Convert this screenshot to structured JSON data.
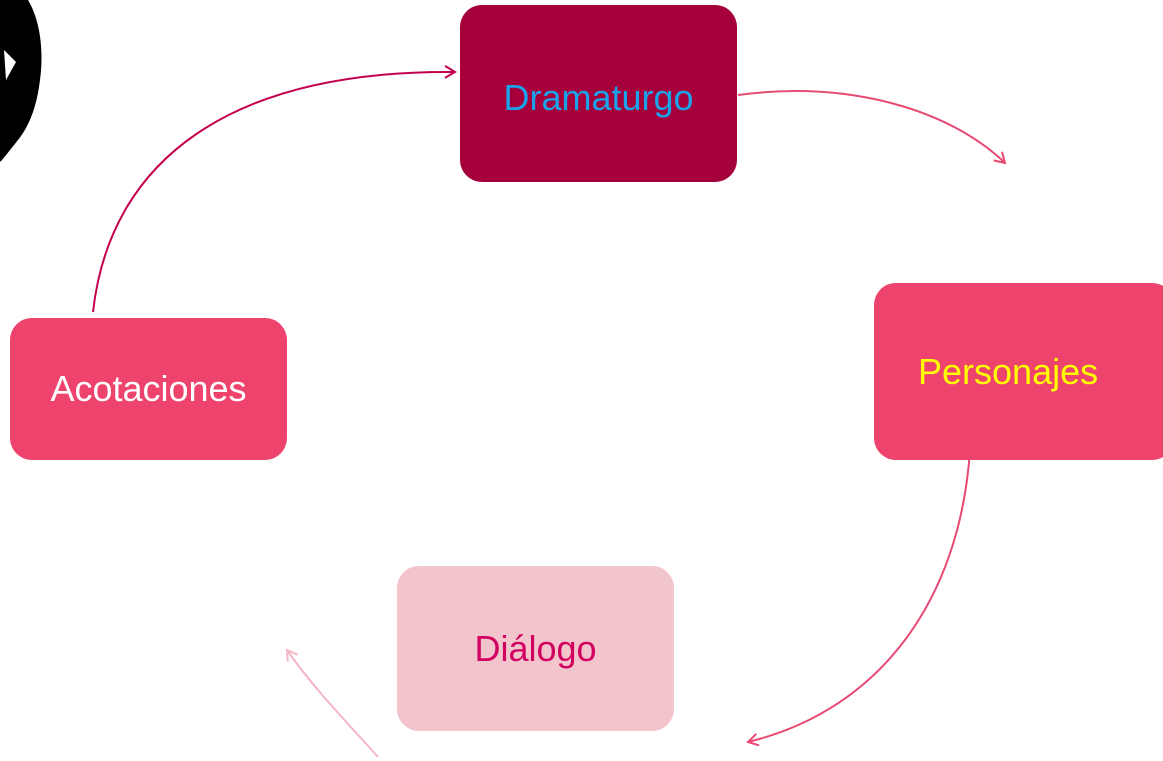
{
  "diagram": {
    "nodes": {
      "dramaturgo": {
        "label": "Dramaturgo",
        "fill": "#a5003b",
        "text_color": "#1aa3e8"
      },
      "personajes": {
        "label": "Personajes",
        "fill": "#ee436d",
        "text_color": "#ffff00"
      },
      "dialogo": {
        "label": "Diálogo",
        "fill": "#f2c5cd",
        "text_color": "#d2005f"
      },
      "acotaciones": {
        "label": "Acotaciones",
        "fill": "#ee436d",
        "text_color": "#ffffff"
      }
    },
    "edges": [
      {
        "from": "dramaturgo",
        "to": "personajes",
        "color": "#e84a74"
      },
      {
        "from": "personajes",
        "to": "dialogo",
        "color": "#e84a74"
      },
      {
        "from": "dialogo",
        "to": "acotaciones",
        "color": "#f4b6c4"
      },
      {
        "from": "acotaciones",
        "to": "dramaturgo",
        "color": "#c4004f"
      }
    ]
  }
}
